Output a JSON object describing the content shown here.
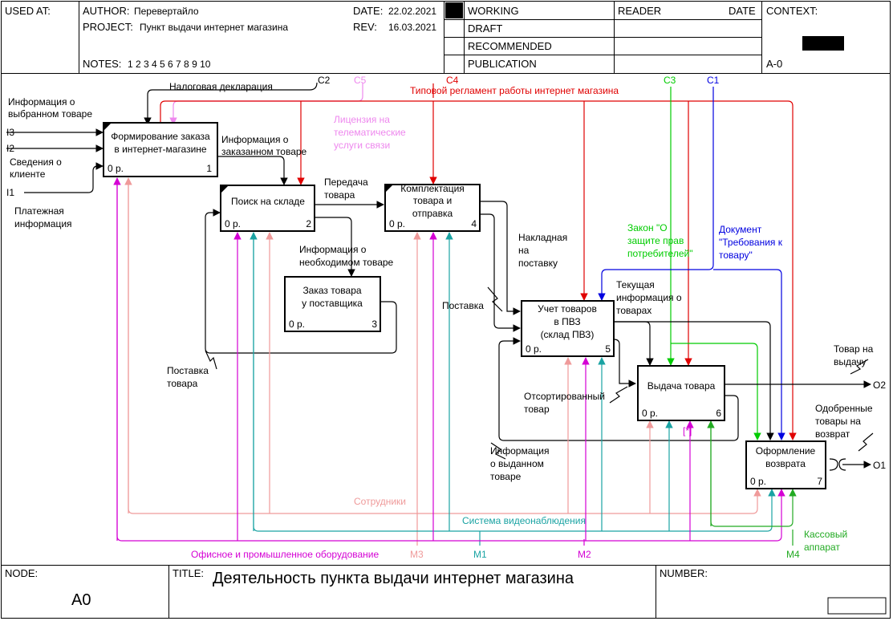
{
  "colors": {
    "black": "#000000",
    "red": "#e00000",
    "green": "#00cc00",
    "blue": "#0000e0",
    "pink": "#ef9a9a",
    "violet": "#ee88ee",
    "teal": "#1aa3a3",
    "magenta": "#d400d4",
    "lime": "#22aa22"
  },
  "header": {
    "used_at": "USED AT:",
    "author_label": "AUTHOR:",
    "author": "Перевертайло",
    "project_label": "PROJECT:",
    "project": "Пункт выдачи интернет магазина",
    "notes_label": "NOTES:",
    "notes": "1  2  3  4  5  6  7  8  9  10",
    "date_label": "DATE:",
    "date": "22.02.2021",
    "rev_label": "REV:",
    "rev": "16.03.2021",
    "status_working": "WORKING",
    "status_draft": "DRAFT",
    "status_recommended": "RECOMMENDED",
    "status_publication": "PUBLICATION",
    "reader": "READER",
    "reader_date": "DATE",
    "context": "CONTEXT:",
    "context_node": "A-0"
  },
  "footer": {
    "node_label": "NODE:",
    "node": "A0",
    "title_label": "TITLE:",
    "title": "Деятельность пункта выдачи интернет магазина",
    "number_label": "NUMBER:"
  },
  "boxes": {
    "b1": {
      "name": [
        "Формирование заказа",
        "в интернет-магазине"
      ],
      "cost": "0 р.",
      "num": "1"
    },
    "b2": {
      "name": [
        "Поиск на складе"
      ],
      "cost": "0 р.",
      "num": "2"
    },
    "b3": {
      "name": [
        "Заказ товара",
        "у поставщика"
      ],
      "cost": "0 р.",
      "num": "3"
    },
    "b4": {
      "name": [
        "Комплектация",
        "товара и",
        "отправка"
      ],
      "cost": "0 р.",
      "num": "4"
    },
    "b5": {
      "name": [
        "Учет товаров",
        "в ПВЗ",
        "(склад ПВЗ)"
      ],
      "cost": "0 р.",
      "num": "5"
    },
    "b6": {
      "name": [
        "Выдача товара"
      ],
      "cost": "0 р.",
      "num": "6"
    },
    "b7": {
      "name": [
        "Оформление",
        "возврата"
      ],
      "cost": "0 р.",
      "num": "7"
    }
  },
  "labels": {
    "info_selected": [
      "Информация о",
      "выбранном товаре"
    ],
    "i3": "I3",
    "i2": "I2",
    "client_info": [
      "Сведения о",
      "клиенте"
    ],
    "i1": "I1",
    "payment_info": [
      "Платежная",
      "информация"
    ],
    "tax": "Налоговая декларация",
    "c2": "C2",
    "c5": "C5",
    "c4": "C4",
    "regulation": "Типовой регламент работы интернет магазина",
    "c3": "C3",
    "c1": "C1",
    "license": [
      "Лицензия на",
      "телематические",
      "услуги связи"
    ],
    "ordered_info": [
      "Информация о",
      "заказанном товаре"
    ],
    "transfer": [
      "Передача",
      "товара"
    ],
    "needed_info": [
      "Информация о",
      "необходимом товаре"
    ],
    "invoice": [
      "Накладная",
      "на",
      "поставку"
    ],
    "consumer_law": [
      "Закон \"О",
      "защите прав",
      "потребителей\""
    ],
    "requirements_doc": [
      "Документ",
      "\"Требования к",
      "товару\""
    ],
    "current_info": [
      "Текущая",
      "информация о",
      "товарах"
    ],
    "supply_mid": "Поставка",
    "supply_left": [
      "Поставка",
      "товара"
    ],
    "goods_delivery": [
      "Товар на",
      "выдачу"
    ],
    "o2": "O2",
    "sorted_goods": [
      "Отсортированный",
      "товар"
    ],
    "approved_return": [
      "Одобренные",
      "товары на",
      "возврат"
    ],
    "o1": "O1",
    "issued_info": [
      "Информация",
      "о выданном",
      "товаре"
    ],
    "staff": "Сотрудники",
    "video": "Система видеонаблюдения",
    "office": "Офисное и промышленное оборудование",
    "m3": "M3",
    "m1": "M1",
    "m2": "M2",
    "m4": "M4",
    "cash": [
      "Кассовый",
      "аппарат"
    ],
    "tunnel": "[*]"
  }
}
